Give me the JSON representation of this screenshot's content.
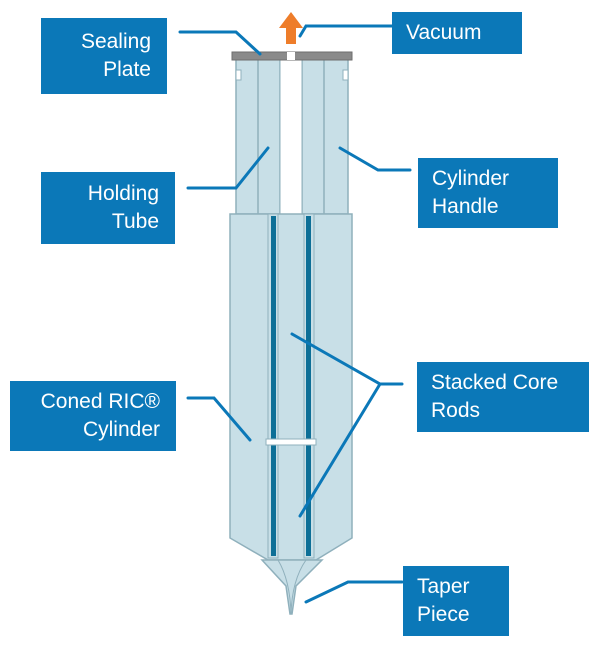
{
  "colors": {
    "label_box": "#0b78b8",
    "leader_line": "#0b78b8",
    "body_fill": "#c8dfe7",
    "body_stroke": "#8fb0bc",
    "rod_accent": "#0d6f97",
    "arrow": "#ee7d2a",
    "sealing_plate": "#8a8a8a"
  },
  "labels": {
    "sealing_plate": [
      "Sealing",
      "Plate"
    ],
    "vacuum": [
      "Vacuum"
    ],
    "holding_tube": [
      "Holding",
      "Tube"
    ],
    "cylinder_handle": [
      "Cylinder",
      "Handle"
    ],
    "coned_cylinder": [
      "Coned RIC®",
      "Cylinder"
    ],
    "stacked_core_rods": [
      "Stacked Core",
      "Rods"
    ],
    "taper_piece": [
      "Taper",
      "Piece"
    ]
  },
  "icons": {
    "vacuum_arrow": "arrow-up-icon"
  }
}
